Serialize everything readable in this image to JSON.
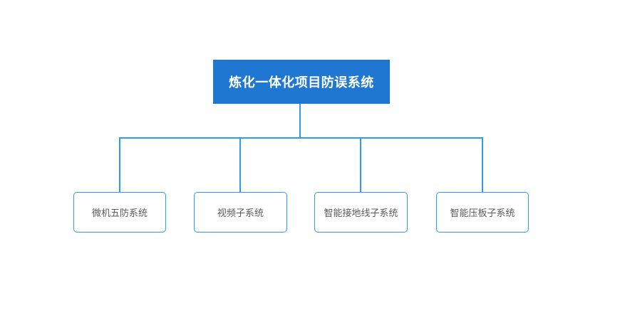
{
  "diagram": {
    "type": "org-chart",
    "root": {
      "label": "炼化一体化项目防误系统"
    },
    "children": [
      {
        "label": "微机五防系统"
      },
      {
        "label": "视频子系统"
      },
      {
        "label": "智能接地线子系统"
      },
      {
        "label": "智能压板子系统"
      }
    ],
    "colors": {
      "root_fill": "#2077D2",
      "root_text": "#FFFFFF",
      "connector": "#2E9BF0",
      "child_border": "#2E9BF0",
      "child_fill": "#FFFFFF",
      "child_text": "#595959",
      "canvas_bg": "#FFFFFF"
    }
  }
}
